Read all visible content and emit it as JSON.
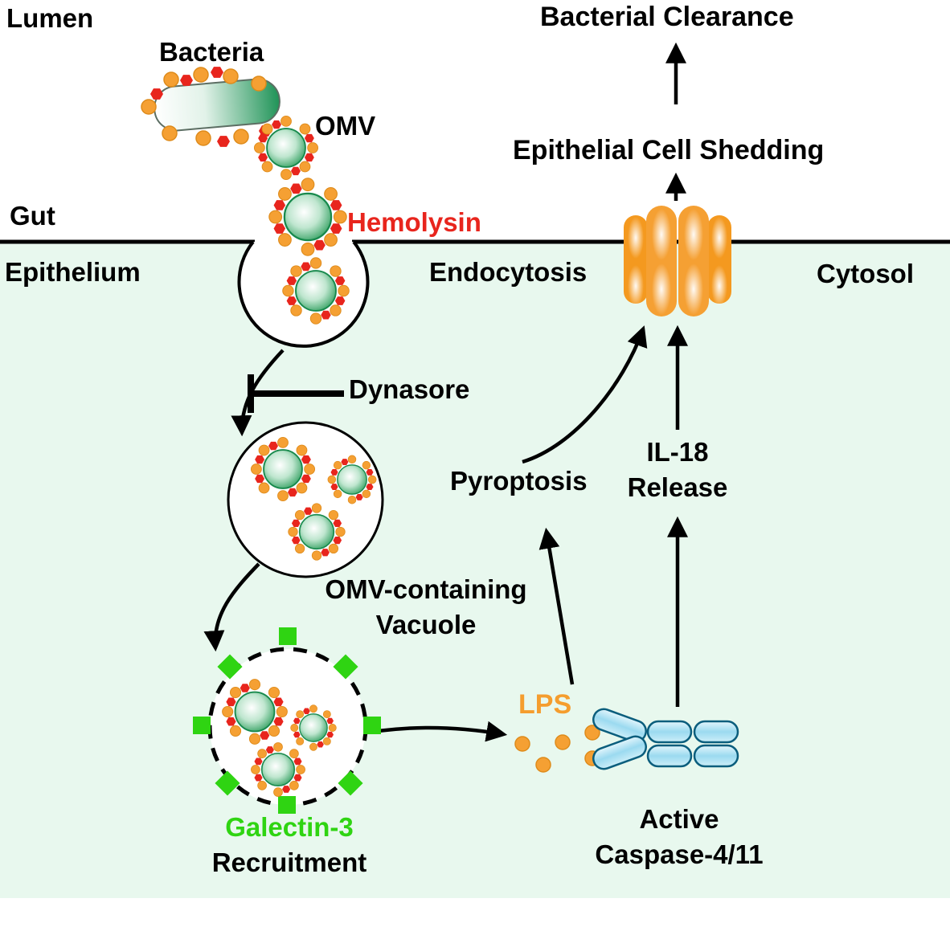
{
  "regions": {
    "lumen": "Lumen",
    "gut": "Gut",
    "epithelium": "Epithelium",
    "cytosol": "Cytosol"
  },
  "labels": {
    "bacteria": "Bacteria",
    "omv": "OMV",
    "hemolysin": "Hemolysin",
    "endocytosis": "Endocytosis",
    "bacterial_clearance": "Bacterial Clearance",
    "epithelial_cell_shedding": "Epithelial Cell Shedding",
    "dynasore": "Dynasore",
    "pyroptosis": "Pyroptosis",
    "il18": {
      "line1": "IL-18",
      "line2": "Release"
    },
    "omv_vacuole": {
      "line1": "OMV-containing",
      "line2": "Vacuole"
    },
    "galectin": {
      "line1": "Galectin-3",
      "line2": "Recruitment"
    },
    "lps": "LPS",
    "caspase": {
      "line1": "Active",
      "line2": "Caspase-4/11"
    }
  },
  "colors": {
    "hemolysin_red": "#e8251d",
    "lps_orange": "#f59d2e",
    "galectin_green": "#2fd412",
    "cytosol_background_green": "#e8f8ee",
    "omv_green": "#1d9155",
    "channel_orange": "#f5a033",
    "caspase_blue": "#a8dff2",
    "line_black": "#000000"
  }
}
